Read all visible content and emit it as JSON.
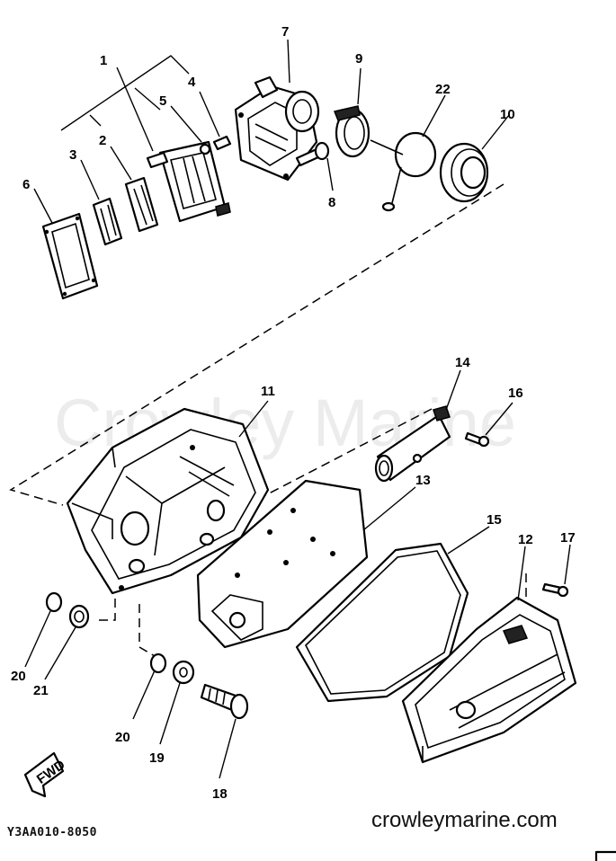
{
  "diagram": {
    "part_numbers": [
      "1",
      "2",
      "3",
      "4",
      "5",
      "6",
      "7",
      "8",
      "9",
      "22",
      "10",
      "11",
      "14",
      "16",
      "13",
      "15",
      "12",
      "17",
      "20",
      "21",
      "20",
      "19",
      "18"
    ],
    "fwd_label": "FWD",
    "watermark": "Crowley Marine",
    "website": "crowleymarine.com",
    "diagram_code": "Y3AA010-8050"
  }
}
